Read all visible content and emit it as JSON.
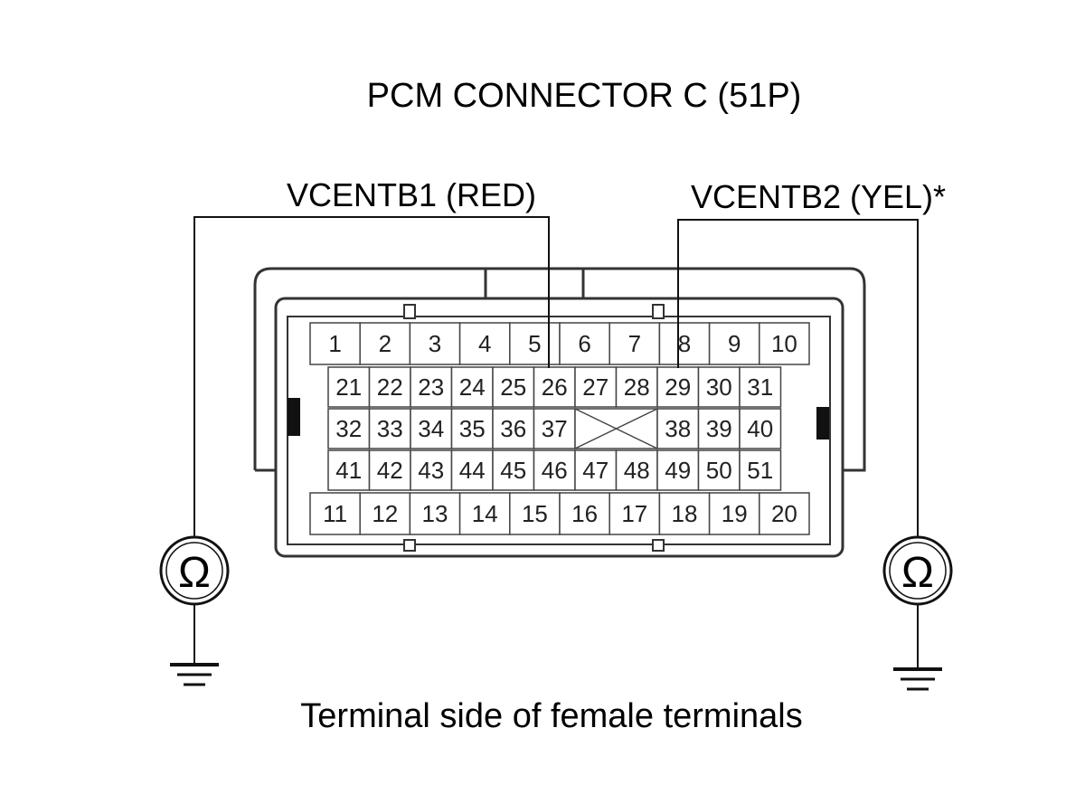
{
  "title": "PCM CONNECTOR C (51P)",
  "caption": "Terminal side of female terminals",
  "probes": [
    {
      "label": "VCENTB1 (RED)",
      "terminal": "26",
      "meter_symbol": "Ω",
      "meter_icon": "ohmmeter-icon",
      "ground_icon": "ground-icon"
    },
    {
      "label": "VCENTB2 (YEL)*",
      "terminal": "29",
      "meter_symbol": "Ω",
      "meter_icon": "ohmmeter-icon",
      "ground_icon": "ground-icon"
    }
  ],
  "rows": [
    [
      "1",
      "2",
      "3",
      "4",
      "5",
      "6",
      "7",
      "8",
      "9",
      "10"
    ],
    [
      "21",
      "22",
      "23",
      "24",
      "25",
      "26",
      "27",
      "28",
      "29",
      "30",
      "31"
    ],
    [
      "32",
      "33",
      "34",
      "35",
      "36",
      "37",
      "",
      "38",
      "39",
      "40"
    ],
    [
      "41",
      "42",
      "43",
      "44",
      "45",
      "46",
      "47",
      "48",
      "49",
      "50",
      "51"
    ],
    [
      "11",
      "12",
      "13",
      "14",
      "15",
      "16",
      "17",
      "18",
      "19",
      "20"
    ]
  ]
}
